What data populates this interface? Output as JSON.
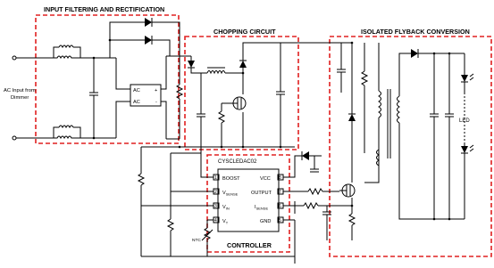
{
  "sections": {
    "input": "INPUT FILTERING AND RECTIFICATION",
    "chopping": "CHOPPING CIRCUIT",
    "flyback": "ISOLATED FLYBACK CONVERSION",
    "controller": "CONTROLLER"
  },
  "labels": {
    "ac_input_line1": "AC Input from",
    "ac_input_line2": "Dimmer",
    "ic_part": "CYSCLEDAC02",
    "ntc": "NTC",
    "led": "LED",
    "bridge_ac_top": "AC",
    "bridge_ac_bottom": "AC",
    "bridge_plus": "+",
    "bridge_minus": "-"
  },
  "ic_pins": {
    "left": [
      {
        "num": "1",
        "name": "BOOST"
      },
      {
        "num": "2",
        "name": "V",
        "sub": "SENSE"
      },
      {
        "num": "3",
        "name": "V",
        "sub": "IN"
      },
      {
        "num": "4",
        "name": "V",
        "sub": "T"
      }
    ],
    "right": [
      {
        "num": "8",
        "name": "VCC"
      },
      {
        "num": "7",
        "name": "OUTPUT"
      },
      {
        "num": "6",
        "name": "I",
        "sub": "SENSE"
      },
      {
        "num": "5",
        "name": "GND"
      }
    ]
  },
  "colors": {
    "section_border": "#e02020",
    "wire": "#000000"
  }
}
